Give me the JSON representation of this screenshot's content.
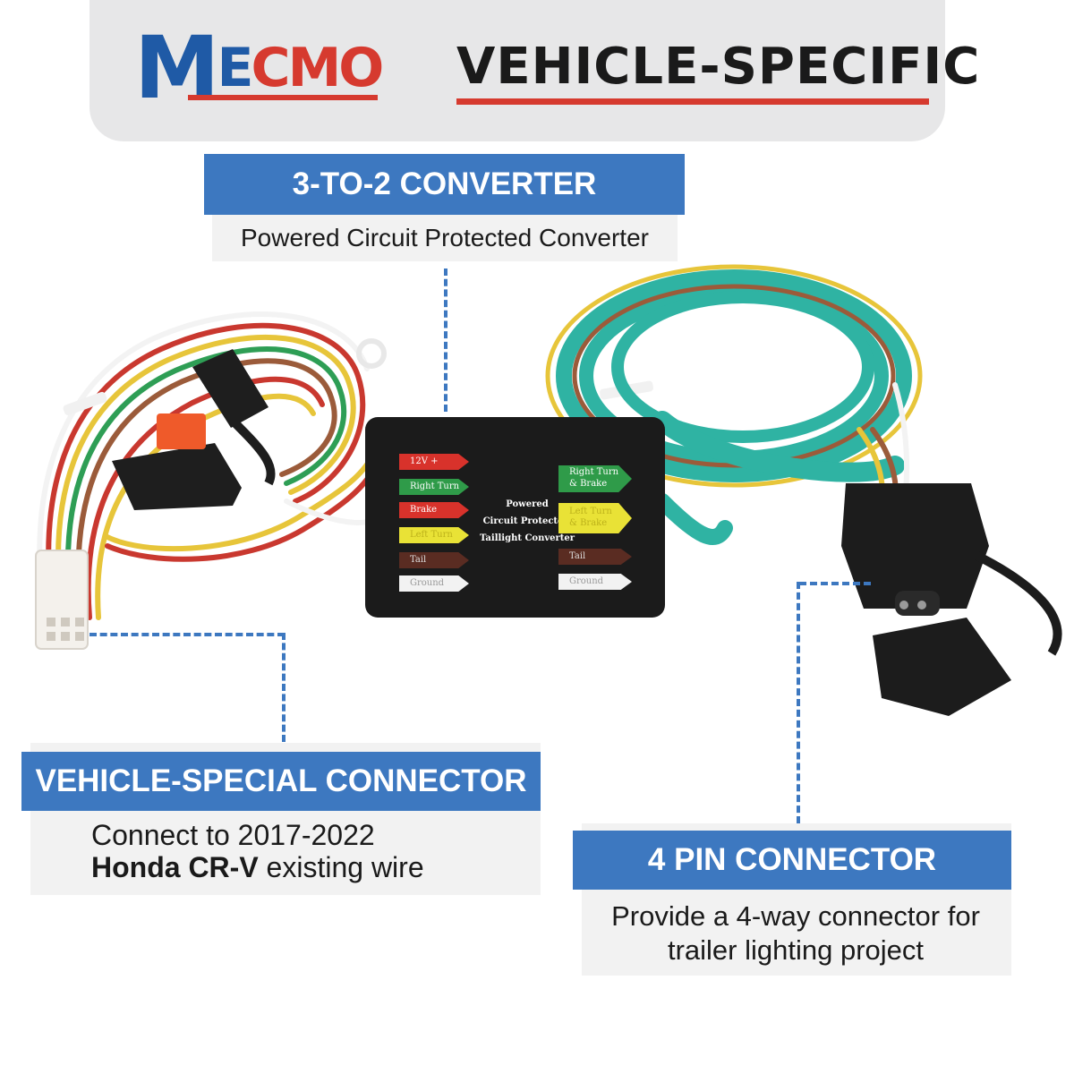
{
  "header": {
    "logo_m": "M",
    "logo_e": "E",
    "logo_cmo": "CMO",
    "title": "VEHICLE-SPECIFIC"
  },
  "callouts": {
    "converter": {
      "title": "3-TO-2 CONVERTER",
      "subtitle": "Powered Circuit Protected Converter"
    },
    "vehicle_connector": {
      "title": "VEHICLE-SPECIAL CONNECTOR",
      "line1": "Connect to 2017-2022",
      "line2_bold": "Honda CR-V",
      "line2_rest": " existing wire"
    },
    "four_pin": {
      "title": "4 PIN CONNECTOR",
      "line1": "Provide a 4-way connector for",
      "line2": "trailer lighting project"
    }
  },
  "converter_box": {
    "left_labels": [
      "12V +",
      "Right Turn",
      "Brake",
      "Left Turn",
      "Tail",
      "Ground"
    ],
    "center_lines": [
      "Powered",
      "Circuit Protected",
      "Taillight Converter"
    ],
    "right_labels": [
      "Right Turn",
      "& Brake",
      "Left Turn",
      "& Brake",
      "Tail",
      "Ground"
    ]
  },
  "colors": {
    "accent_blue": "#3d78c0",
    "brand_blue": "#1f5aa6",
    "brand_red": "#d63a2f",
    "wire_teal": "#2fb3a3"
  }
}
